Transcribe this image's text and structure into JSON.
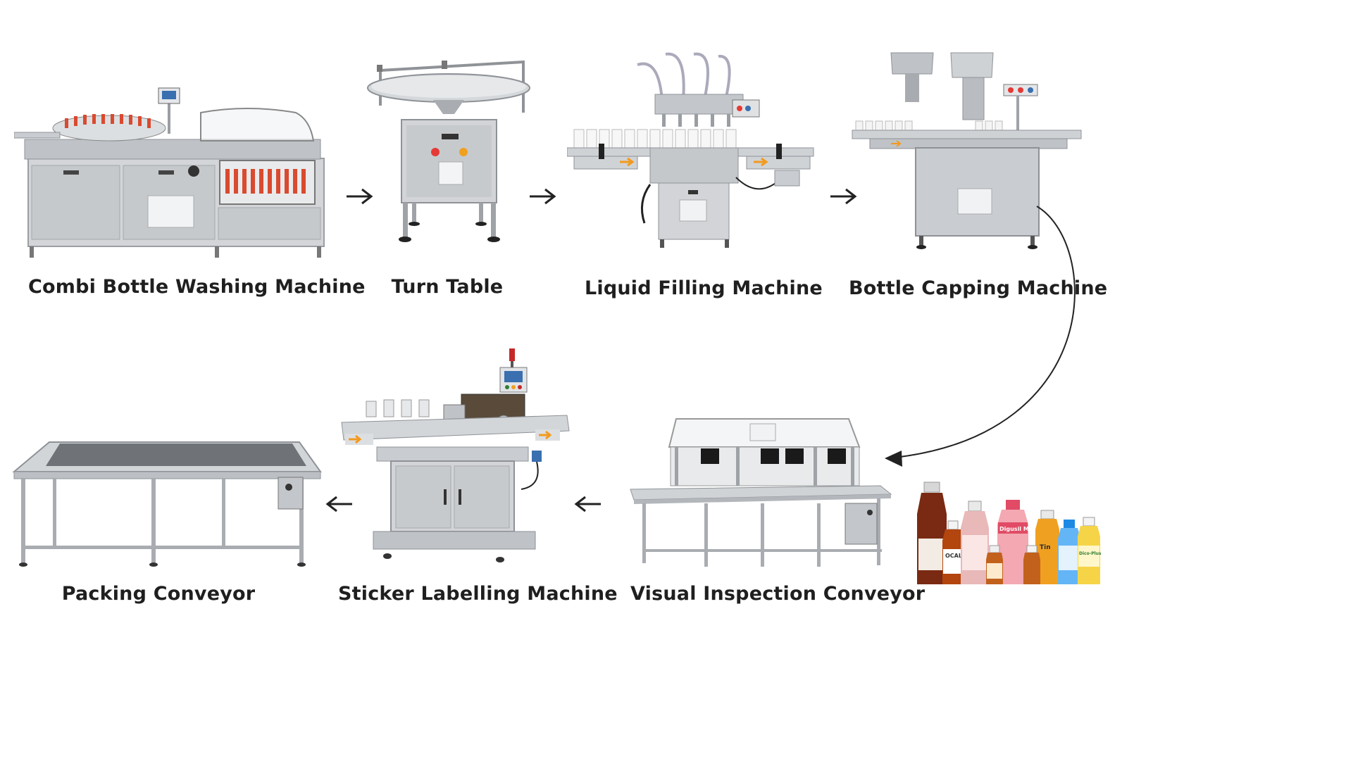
{
  "steps": [
    {
      "label": "Combi Bottle Washing Machine",
      "icon": "bottle-washing-machine"
    },
    {
      "label": "Turn Table",
      "icon": "turn-table"
    },
    {
      "label": "Liquid Filling Machine",
      "icon": "liquid-filling-machine"
    },
    {
      "label": "Bottle Capping Machine",
      "icon": "bottle-capping-machine"
    },
    {
      "label": "Visual Inspection Conveyor",
      "icon": "inspection-conveyor"
    },
    {
      "label": "Sticker Labelling Machine",
      "icon": "labelling-machine"
    },
    {
      "label": "Packing Conveyor",
      "icon": "packing-conveyor"
    }
  ],
  "products": {
    "icon": "medicine-bottles",
    "bottle_labels": [
      "OCAL",
      "Digusil MPS",
      "Tin",
      "Dico-Plus"
    ]
  },
  "colors": {
    "steel": "#c9ccd0",
    "steel_dark": "#8e9297",
    "steel_light": "#e4e6e8",
    "arrow": "#222222",
    "text": "#1f1f1f",
    "accent_orange": "#f39a1e",
    "bottle_red": "#d94a2f"
  }
}
